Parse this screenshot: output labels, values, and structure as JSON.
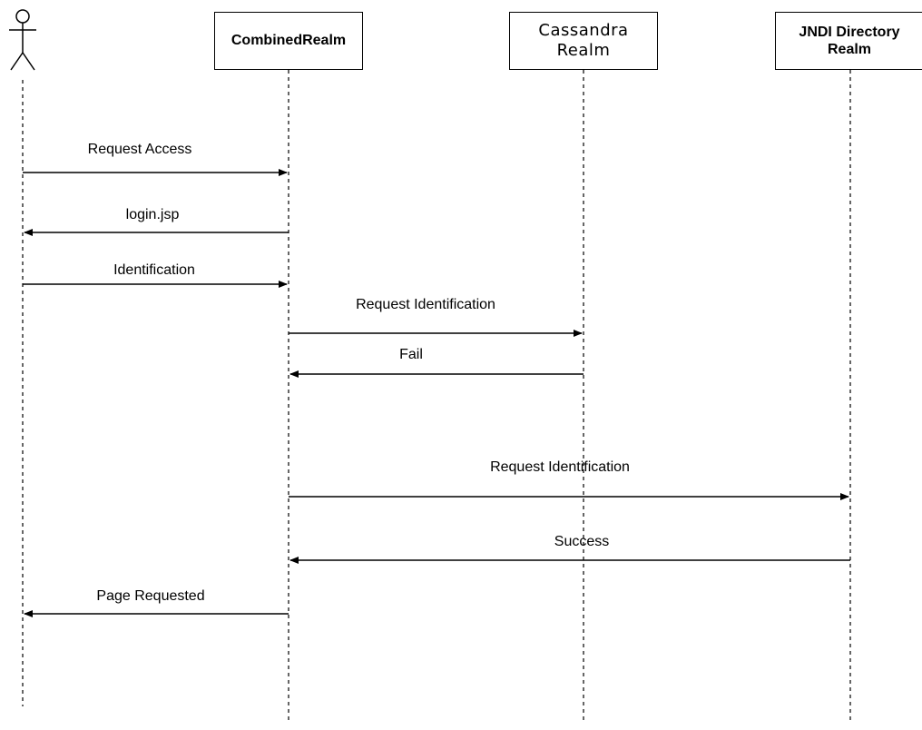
{
  "participants": {
    "combined": {
      "label": "CombinedRealm"
    },
    "cassandra": {
      "line1": "Cassandra",
      "line2": "Realm"
    },
    "jndi": {
      "line1": "JNDI Directory",
      "line2": "Realm"
    }
  },
  "messages": [
    {
      "label": "Request Access",
      "from": "actor",
      "to": "combined"
    },
    {
      "label": "login.jsp",
      "from": "combined",
      "to": "actor"
    },
    {
      "label": "Identification",
      "from": "actor",
      "to": "combined"
    },
    {
      "label": "Request Identification",
      "from": "combined",
      "to": "cassandra"
    },
    {
      "label": "Fail",
      "from": "cassandra",
      "to": "combined"
    },
    {
      "label": "Request Identification",
      "from": "combined",
      "to": "jndi"
    },
    {
      "label": "Success",
      "from": "jndi",
      "to": "combined"
    },
    {
      "label": "Page Requested",
      "from": "combined",
      "to": "actor"
    }
  ]
}
